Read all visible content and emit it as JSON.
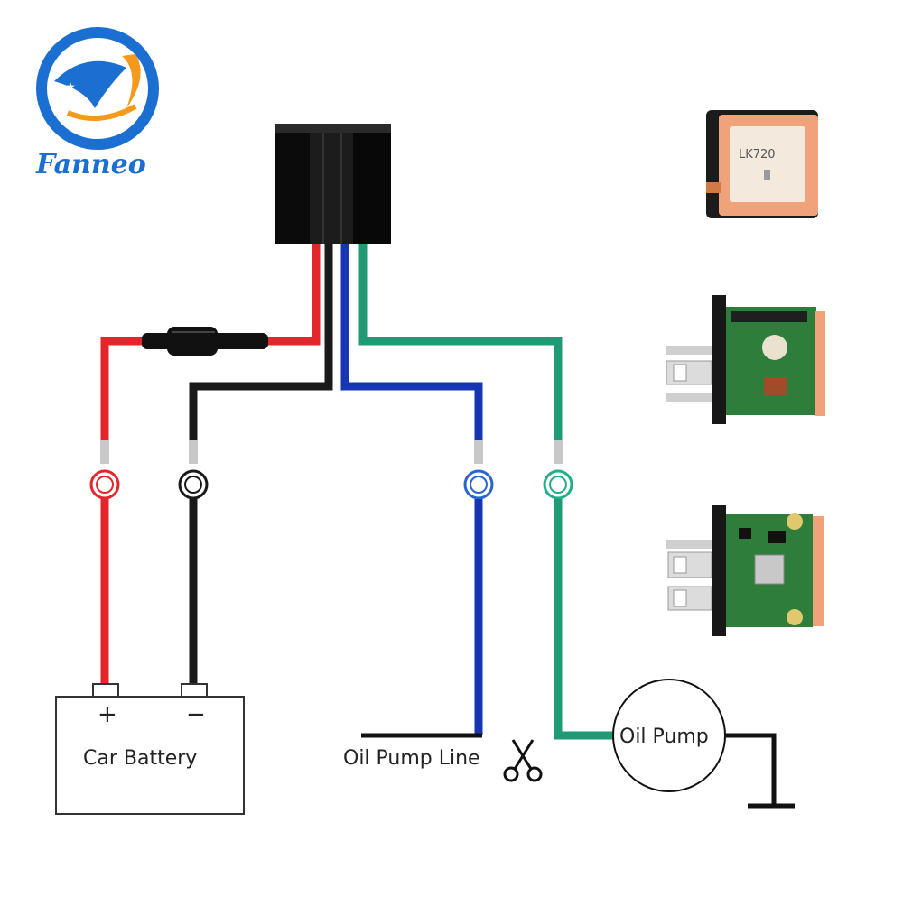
{
  "brand": {
    "name": "Fanneo",
    "color": "#1a6fd0",
    "accent": "#f39a1c"
  },
  "labels": {
    "battery": "Car Battery",
    "battery_plus": "+",
    "battery_minus": "−",
    "oil_pump_line": "Oil Pump Line",
    "oil_pump": "Oil Pump",
    "chip": "LK720"
  },
  "wire_colors": {
    "red": "#e3262b",
    "black": "#1a1a1a",
    "blue": "#1636b4",
    "green": "#1f9a74",
    "ring_red": "#e3262b",
    "ring_black": "#1a1a1a",
    "ring_blue": "#2a66c9",
    "ring_green": "#1fb08a"
  },
  "icons": {
    "scissors": "scissors-icon",
    "ground": "ground-icon"
  }
}
